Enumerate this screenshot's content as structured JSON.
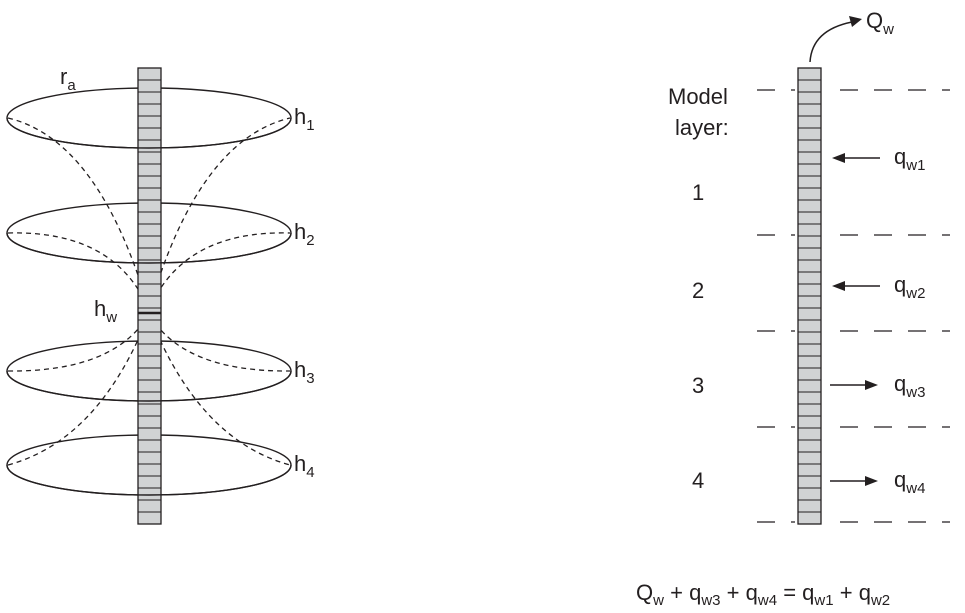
{
  "left_panel": {
    "radius_label": {
      "base": "r",
      "sub": "a"
    },
    "head_labels": [
      {
        "base": "h",
        "sub": "1"
      },
      {
        "base": "h",
        "sub": "2"
      },
      {
        "base": "h",
        "sub": "3"
      },
      {
        "base": "h",
        "sub": "4"
      }
    ],
    "well_head_label": {
      "base": "h",
      "sub": "w"
    }
  },
  "right_panel": {
    "discharge_label": {
      "base": "Q",
      "sub": "w"
    },
    "model_layer_title_line1": "Model",
    "model_layer_title_line2": "layer:",
    "layer_numbers": [
      "1",
      "2",
      "3",
      "4"
    ],
    "flux_labels": [
      {
        "base": "q",
        "sub": "w1",
        "direction": "into-well"
      },
      {
        "base": "q",
        "sub": "w2",
        "direction": "into-well"
      },
      {
        "base": "q",
        "sub": "w3",
        "direction": "out-of-well"
      },
      {
        "base": "q",
        "sub": "w4",
        "direction": "out-of-well"
      }
    ],
    "equation": {
      "terms_left": [
        {
          "base": "Q",
          "sub": "w"
        },
        {
          "base": "q",
          "sub": "w3"
        },
        {
          "base": "q",
          "sub": "w4"
        }
      ],
      "terms_right": [
        {
          "base": "q",
          "sub": "w1"
        },
        {
          "base": "q",
          "sub": "w2"
        }
      ],
      "plus": "+",
      "equals": "="
    }
  },
  "colors": {
    "well_fill": "#d1d3d4",
    "ink": "#231f20",
    "background": "#ffffff"
  }
}
